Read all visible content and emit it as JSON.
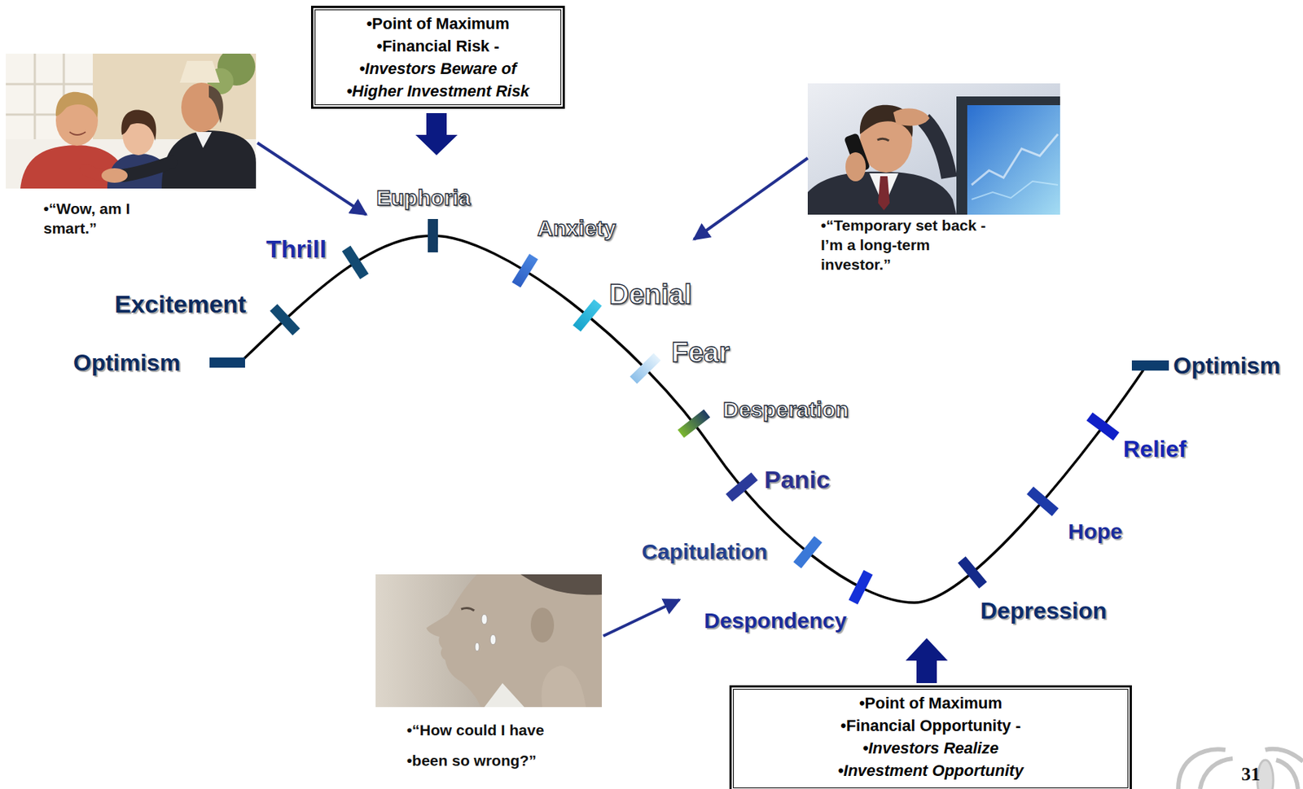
{
  "diagram": {
    "nodes": [
      {
        "text": [
          "•Point of Maximum",
          "•Financial Risk -",
          "•Investors Beware of",
          "•Higher Investment Risk"
        ]
      },
      {
        "text": [
          "•Point of Maximum",
          "•Financial Opportunity -",
          "•Investors Realize",
          "•Investment Opportunity"
        ]
      }
    ],
    "labels": [
      "•“Wow, am I smart.”",
      "Optimism",
      "Excitement",
      "Thrill",
      "Euphoria",
      "Anxiety",
      "•“Temporary set back - I’m a long-term investor.”",
      "Denial",
      "Fear",
      "Desperation",
      "Panic",
      "Capitulation",
      "Despondency",
      "Depression",
      "Hope",
      "Relief",
      "Optimism",
      "•“How could I have",
      "•been so wrong?”",
      "31"
    ]
  }
}
